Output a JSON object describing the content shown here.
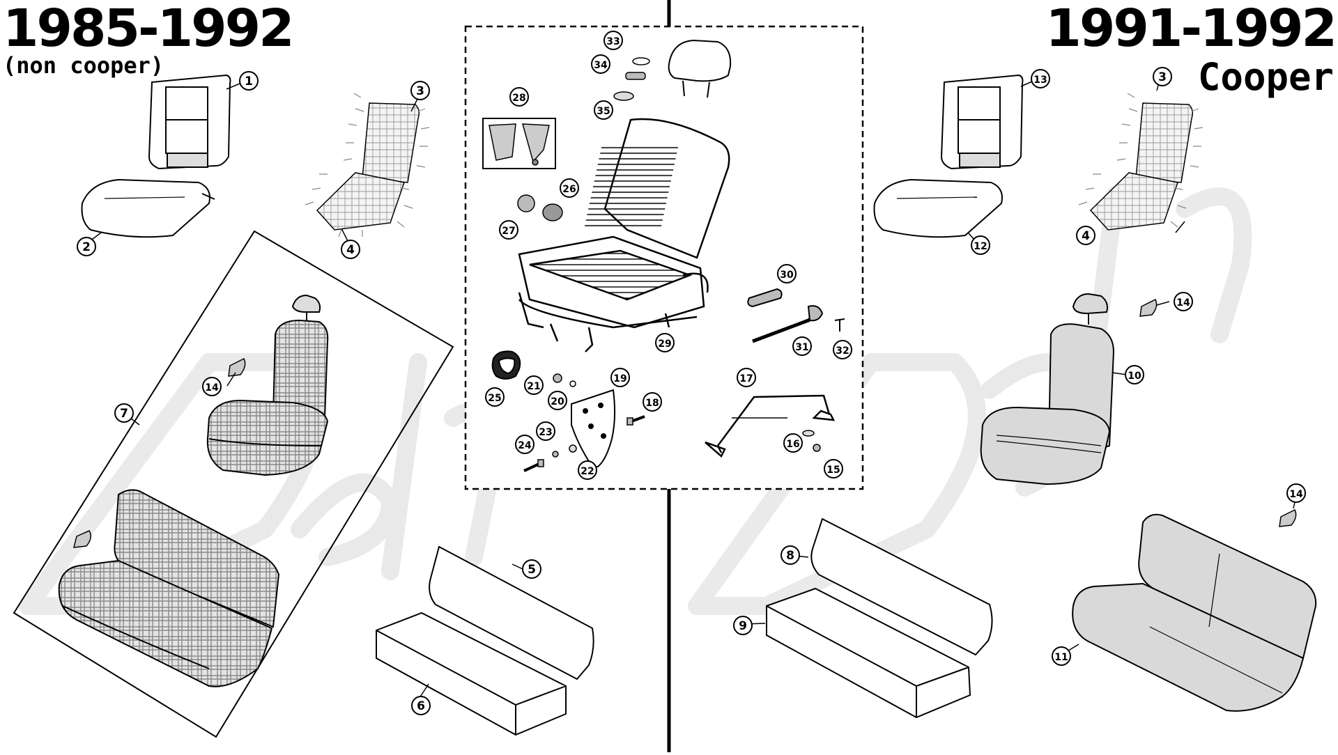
{
  "left_group": {
    "title": "1985-1992",
    "subtitle": "(non cooper)"
  },
  "right_group": {
    "title": "1991-1992",
    "subtitle": "Cooper"
  },
  "watermark_text": "Delta",
  "callouts": [
    "1",
    "2",
    "3",
    "4",
    "5",
    "6",
    "7",
    "8",
    "9",
    "10",
    "11",
    "12",
    "13",
    "14",
    "15",
    "16",
    "17",
    "18",
    "19",
    "20",
    "21",
    "22",
    "23",
    "24",
    "25",
    "26",
    "27",
    "28",
    "29",
    "30",
    "31",
    "32",
    "33",
    "34",
    "35"
  ],
  "colors": {
    "line": "#000000",
    "seat_fill": "#d9d9d9",
    "background": "#ffffff",
    "watermark": "#e6e6e6"
  }
}
